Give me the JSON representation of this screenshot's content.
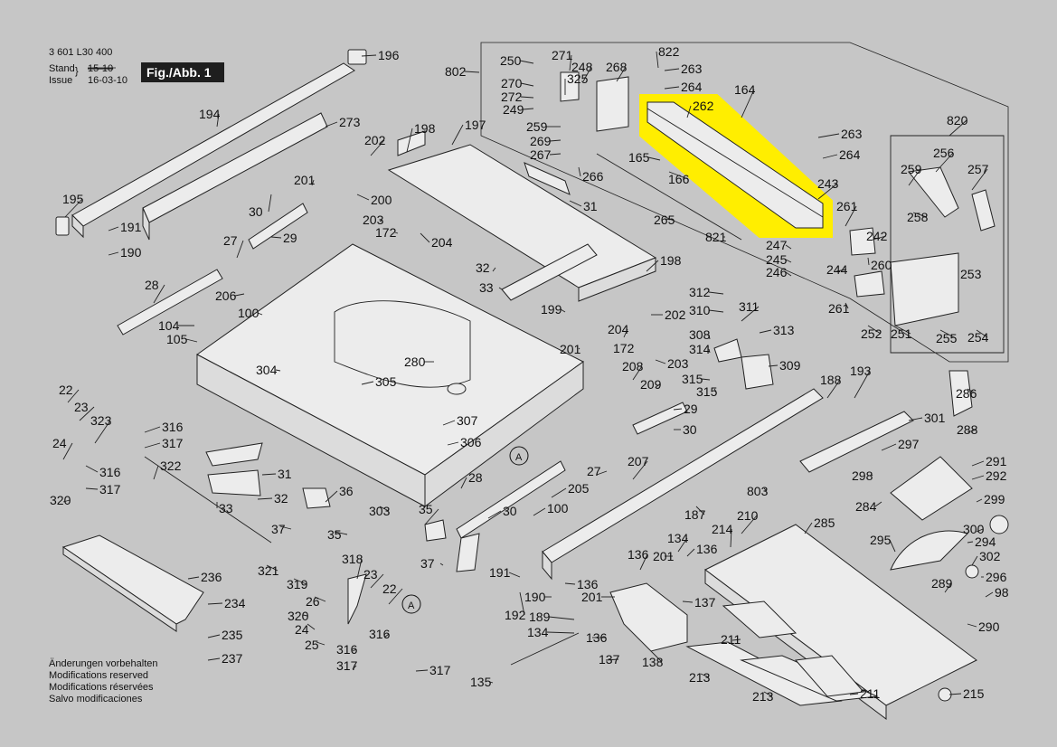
{
  "header": {
    "part_number": "3 601 L30 400",
    "stand_label": "Stand",
    "issue_label": "Issue",
    "stand_old": "15-10",
    "issue_date": "16-03-10",
    "figure_title": "Fig./Abb. 1"
  },
  "footer_notes": [
    "Änderungen vorbehalten",
    "Modifications reserved",
    "Modifications réservées",
    "Salvo modificaciones"
  ],
  "highlight": {
    "part": "262",
    "color": "#ffee00"
  },
  "circle_marks": [
    "A",
    "A"
  ],
  "part_labels": [
    "196",
    "194",
    "273",
    "198",
    "197",
    "202",
    "200",
    "201",
    "195",
    "191",
    "190",
    "30",
    "29",
    "203",
    "172",
    "204",
    "27",
    "31",
    "28",
    "206",
    "100",
    "104",
    "105",
    "32",
    "33",
    "198",
    "199",
    "202",
    "204",
    "172",
    "201",
    "203",
    "280",
    "304",
    "305",
    "307",
    "306",
    "22",
    "23",
    "323",
    "316",
    "317",
    "24",
    "316",
    "317",
    "320",
    "322",
    "31",
    "32",
    "33",
    "36",
    "37",
    "35",
    "303",
    "28",
    "35",
    "30",
    "100",
    "37",
    "27",
    "205",
    "208",
    "209",
    "29",
    "30",
    "188",
    "193",
    "286",
    "301",
    "288",
    "297",
    "298",
    "291",
    "292",
    "207",
    "187",
    "803",
    "284",
    "299",
    "300",
    "294",
    "302",
    "296",
    "98",
    "295",
    "289",
    "290",
    "285",
    "210",
    "214",
    "134",
    "136",
    "137",
    "201",
    "136",
    "136",
    "190",
    "191",
    "192",
    "189",
    "134",
    "136",
    "137",
    "201",
    "138",
    "135",
    "211",
    "211",
    "213",
    "213",
    "215",
    "236",
    "234",
    "235",
    "237",
    "318",
    "319",
    "320",
    "321",
    "26",
    "23",
    "22",
    "24",
    "25",
    "316",
    "316",
    "317",
    "317",
    "802",
    "250",
    "271",
    "248",
    "268",
    "822",
    "263",
    "264",
    "270",
    "325",
    "272",
    "249",
    "259",
    "269",
    "267",
    "262",
    "164",
    "820",
    "263",
    "264",
    "256",
    "257",
    "259",
    "258",
    "165",
    "166",
    "266",
    "265",
    "821",
    "243",
    "261",
    "242",
    "247",
    "245",
    "246",
    "244",
    "260",
    "253",
    "261",
    "252",
    "251",
    "255",
    "254",
    "312",
    "310",
    "311",
    "313",
    "308",
    "314",
    "309",
    "315",
    "315"
  ]
}
